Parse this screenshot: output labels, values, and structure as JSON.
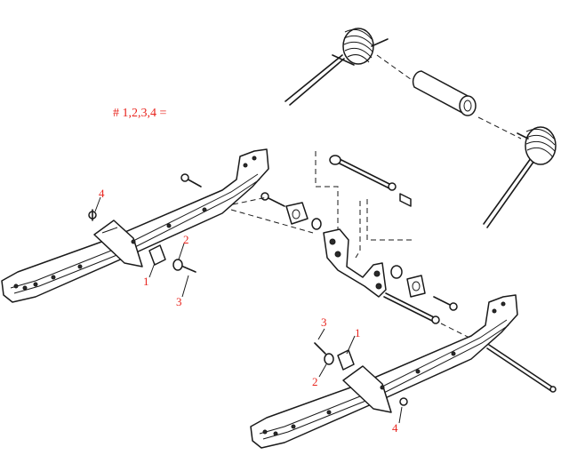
{
  "caption": "# 1,2,3,4 =",
  "callouts": {
    "left_1": "1",
    "left_2": "2",
    "left_3": "3",
    "left_4": "4",
    "right_1": "1",
    "right_2": "2",
    "right_3": "3",
    "right_4": "4"
  },
  "colors": {
    "callout": "#e8241d",
    "line": "#1a1a1a",
    "background": "#ffffff"
  }
}
